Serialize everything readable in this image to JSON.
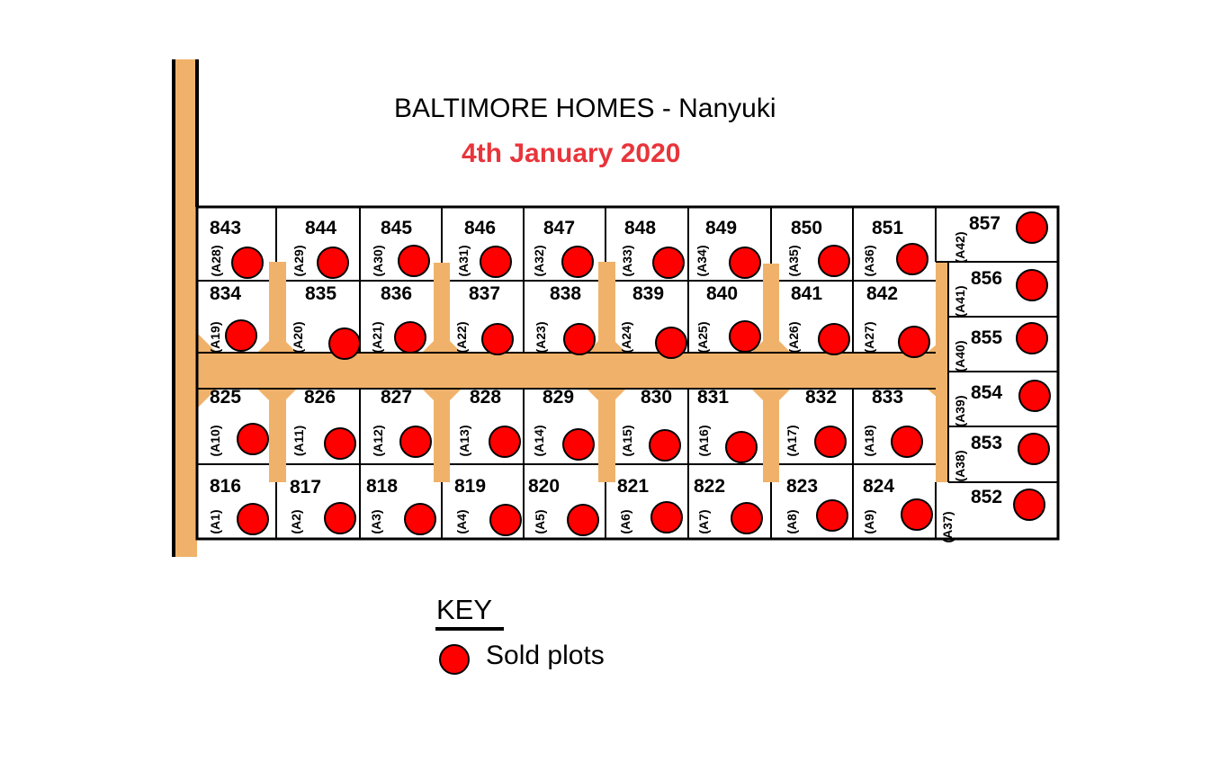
{
  "header": {
    "title": "BALTIMORE HOMES - Nanyuki",
    "date": "4th January 2020"
  },
  "colors": {
    "sold": "#ff0000",
    "road": "#f0b26a",
    "date_text": "#e8353b"
  },
  "key": {
    "title": "KEY",
    "sold_label": "Sold plots"
  },
  "plots": [
    {
      "plot": "843",
      "code": "(A28)",
      "sold": true
    },
    {
      "plot": "844",
      "code": "(A29)",
      "sold": true
    },
    {
      "plot": "845",
      "code": "(A30)",
      "sold": true
    },
    {
      "plot": "846",
      "code": "(A31)",
      "sold": true
    },
    {
      "plot": "847",
      "code": "(A32)",
      "sold": true
    },
    {
      "plot": "848",
      "code": "(A33)",
      "sold": true
    },
    {
      "plot": "849",
      "code": "(A34)",
      "sold": true
    },
    {
      "plot": "850",
      "code": "(A35)",
      "sold": true
    },
    {
      "plot": "851",
      "code": "(A36)",
      "sold": true
    },
    {
      "plot": "834",
      "code": "(A19)",
      "sold": true
    },
    {
      "plot": "835",
      "code": "(A20)",
      "sold": true
    },
    {
      "plot": "836",
      "code": "(A21)",
      "sold": true
    },
    {
      "plot": "837",
      "code": "(A22)",
      "sold": true
    },
    {
      "plot": "838",
      "code": "(A23)",
      "sold": true
    },
    {
      "plot": "839",
      "code": "(A24)",
      "sold": true
    },
    {
      "plot": "840",
      "code": "(A25)",
      "sold": true
    },
    {
      "plot": "841",
      "code": "(A26)",
      "sold": true
    },
    {
      "plot": "842",
      "code": "(A27)",
      "sold": true
    },
    {
      "plot": "825",
      "code": "(A10)",
      "sold": true
    },
    {
      "plot": "826",
      "code": "(A11)",
      "sold": true
    },
    {
      "plot": "827",
      "code": "(A12)",
      "sold": true
    },
    {
      "plot": "828",
      "code": "(A13)",
      "sold": true
    },
    {
      "plot": "829",
      "code": "(A14)",
      "sold": true
    },
    {
      "plot": "830",
      "code": "(A15)",
      "sold": true
    },
    {
      "plot": "831",
      "code": "(A16)",
      "sold": true
    },
    {
      "plot": "832",
      "code": "(A17)",
      "sold": true
    },
    {
      "plot": "833",
      "code": "(A18)",
      "sold": true
    },
    {
      "plot": "816",
      "code": "(A1)",
      "sold": true
    },
    {
      "plot": "817",
      "code": "(A2)",
      "sold": true
    },
    {
      "plot": "818",
      "code": "(A3)",
      "sold": true
    },
    {
      "plot": "819",
      "code": "(A4)",
      "sold": true
    },
    {
      "plot": "820",
      "code": "(A5)",
      "sold": true
    },
    {
      "plot": "821",
      "code": "(A6)",
      "sold": true
    },
    {
      "plot": "822",
      "code": "(A7)",
      "sold": true
    },
    {
      "plot": "823",
      "code": "(A8)",
      "sold": true
    },
    {
      "plot": "824",
      "code": "(A9)",
      "sold": true
    },
    {
      "plot": "857",
      "code": "(A42)",
      "sold": true
    },
    {
      "plot": "856",
      "code": "(A41)",
      "sold": true
    },
    {
      "plot": "855",
      "code": "(A40)",
      "sold": true
    },
    {
      "plot": "854",
      "code": "(A39)",
      "sold": true
    },
    {
      "plot": "853",
      "code": "(A38)",
      "sold": true
    },
    {
      "plot": "852",
      "code": "(A37)",
      "sold": true
    }
  ]
}
